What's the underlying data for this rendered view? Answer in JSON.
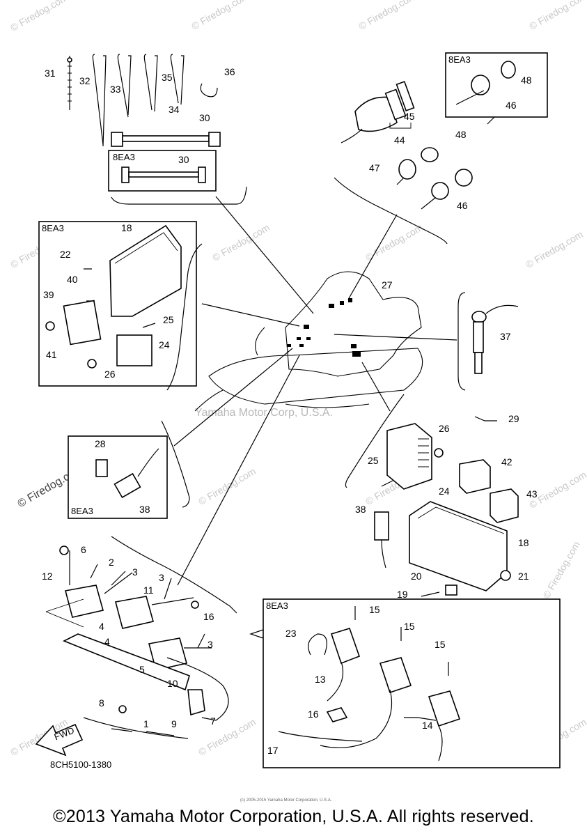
{
  "diagram": {
    "code": "8CH5100-1380",
    "center_watermark": "Yamaha Motor Corp, U.S.A.",
    "firedog_watermark": "© Firedog.com",
    "tiny_copyright": "(c) 2005-2015 Yamaha Motor Corporation, U.S.A.",
    "fwd_label": "FWD",
    "variant_tags": [
      "8EA3",
      "8EA3",
      "8EA3",
      "8EA3",
      "8EA3"
    ],
    "callouts": {
      "p1": "1",
      "p2": "2",
      "p3a": "3",
      "p3b": "3",
      "p3c": "3",
      "p4a": "4",
      "p4b": "4",
      "p5": "5",
      "p6": "6",
      "p7": "7",
      "p8": "8",
      "p9": "9",
      "p10": "10",
      "p11": "11",
      "p12": "12",
      "p13": "13",
      "p14": "14",
      "p15a": "15",
      "p15b": "15",
      "p15c": "15",
      "p16a": "16",
      "p16b": "16",
      "p17": "17",
      "p18a": "18",
      "p18b": "18",
      "p19": "19",
      "p20": "20",
      "p21": "21",
      "p22": "22",
      "p23": "23",
      "p24a": "24",
      "p24b": "24",
      "p25a": "25",
      "p25b": "25",
      "p26a": "26",
      "p26b": "26",
      "p27": "27",
      "p28": "28",
      "p29": "29",
      "p30a": "30",
      "p30b": "30",
      "p31": "31",
      "p32": "32",
      "p33": "33",
      "p34": "34",
      "p35": "35",
      "p36": "36",
      "p37": "37",
      "p38a": "38",
      "p38b": "38",
      "p39": "39",
      "p40": "40",
      "p41": "41",
      "p42": "42",
      "p43": "43",
      "p44": "44",
      "p45": "45",
      "p46a": "46",
      "p46b": "46",
      "p47": "47",
      "p48a": "48",
      "p48b": "48"
    }
  },
  "footer": {
    "copyright": "©2013 Yamaha Motor Corporation, U.S.A. All rights reserved."
  }
}
